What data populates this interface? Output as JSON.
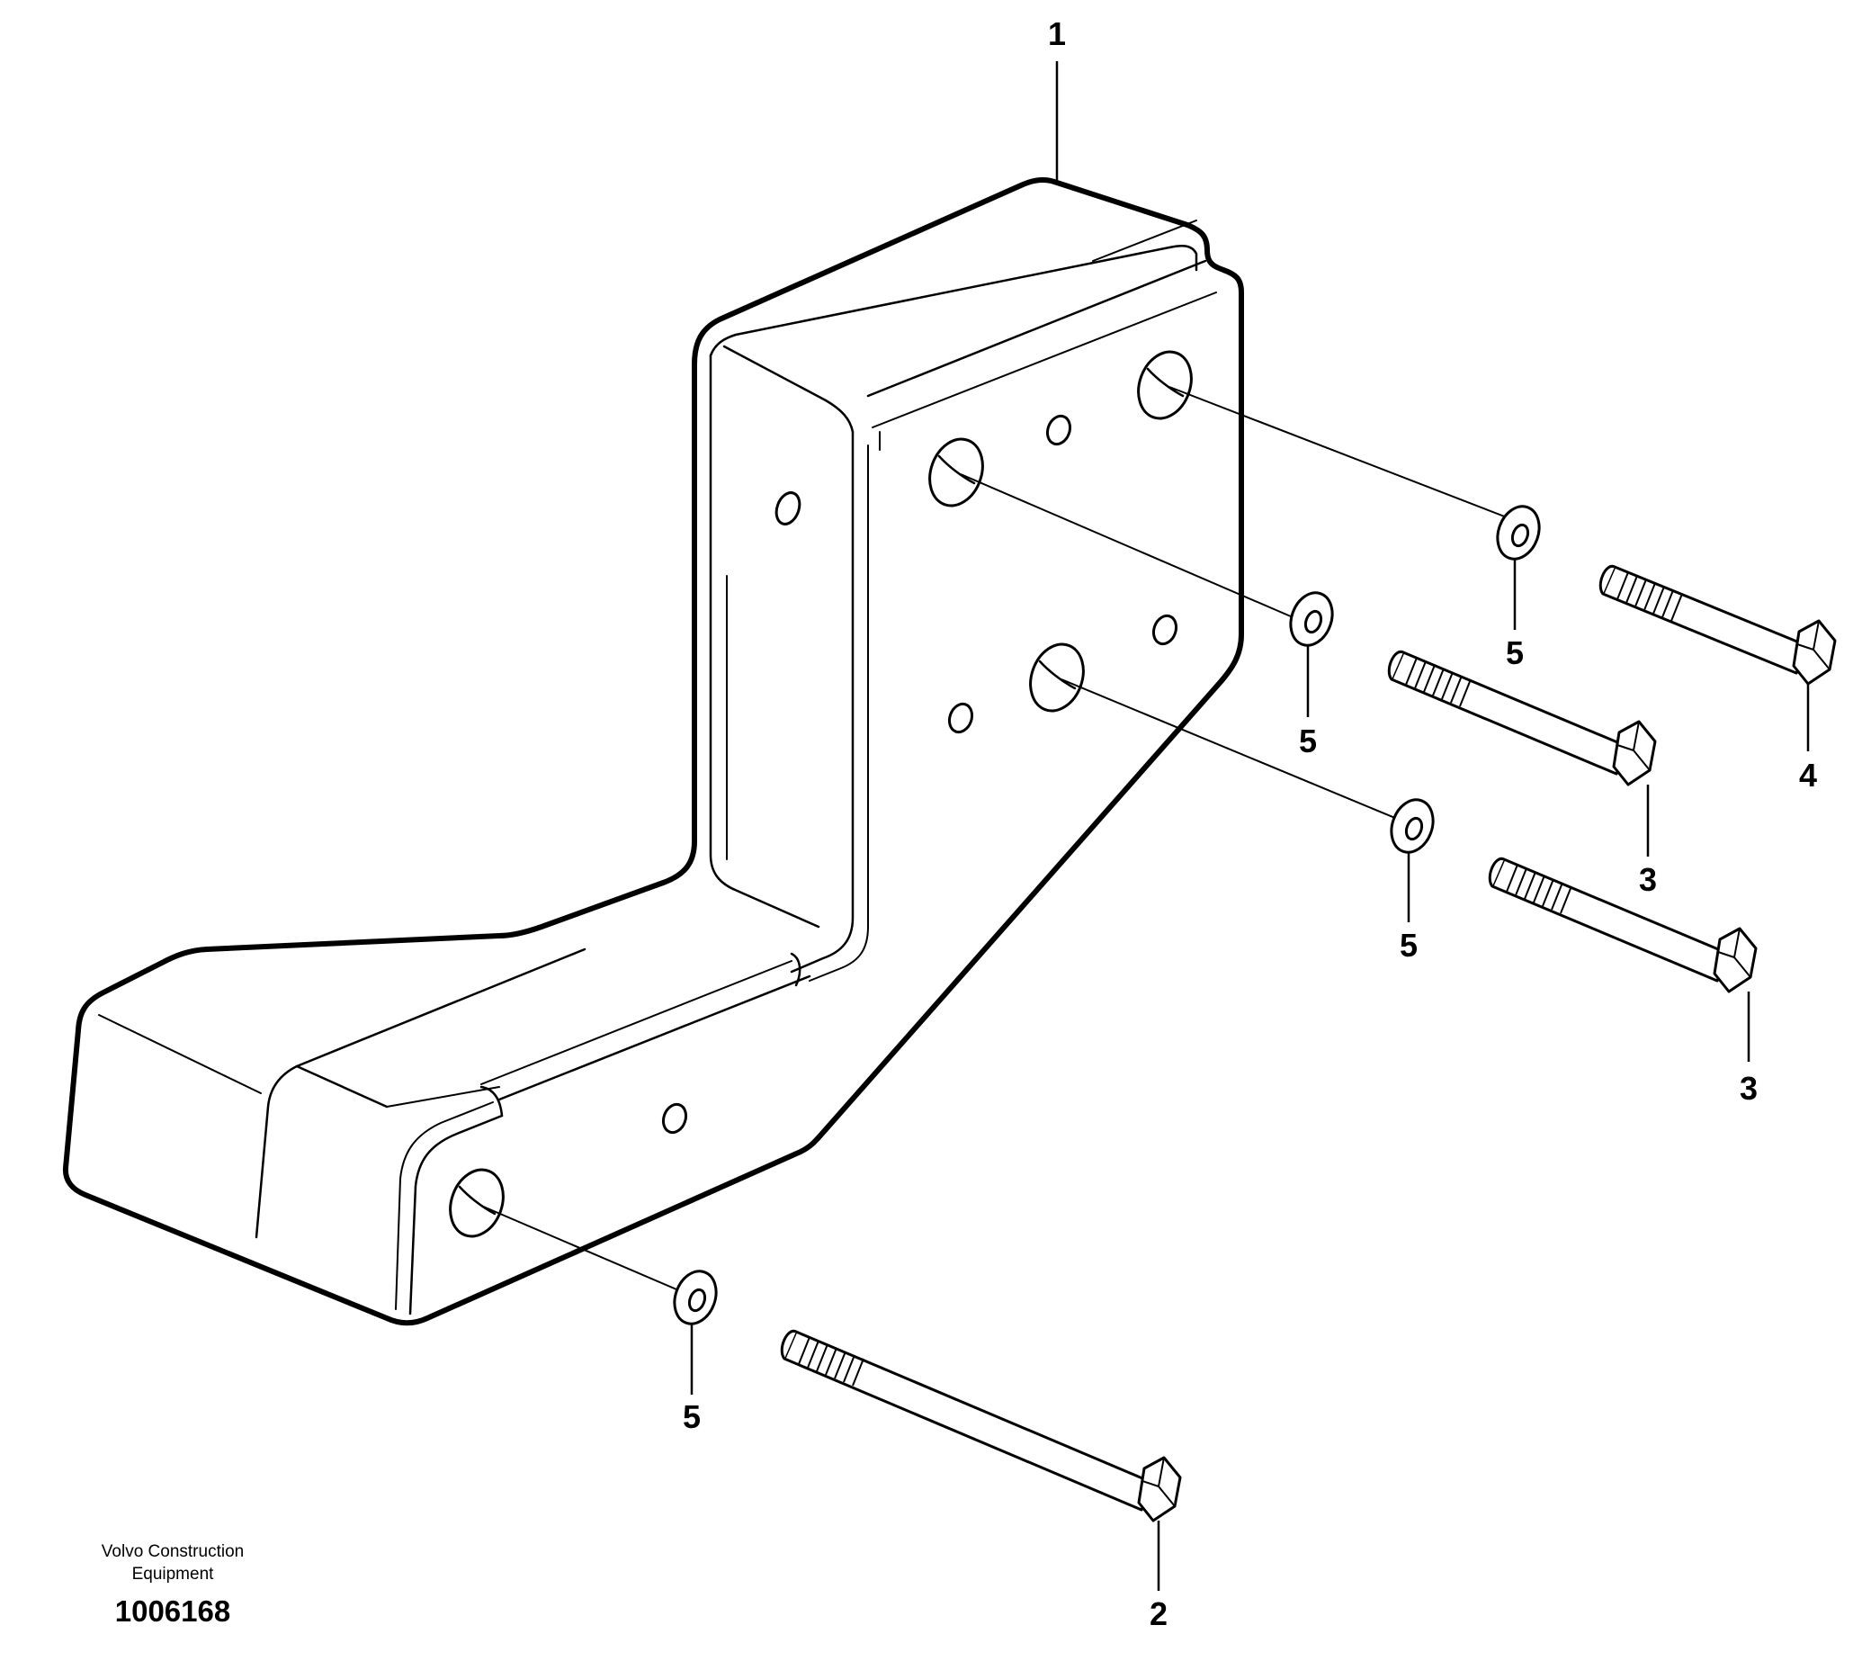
{
  "callouts": {
    "counterweight": "1",
    "bolt_long": "2",
    "bolt_mid": "3",
    "bolt_lower": "3",
    "bolt_top": "4",
    "washer_top": "5",
    "washer_mid": "5",
    "washer_lower": "5",
    "washer_bottom": "5"
  },
  "footer": {
    "company_line1": "Volvo Construction",
    "company_line2": "Equipment",
    "document_number": "1006168"
  }
}
